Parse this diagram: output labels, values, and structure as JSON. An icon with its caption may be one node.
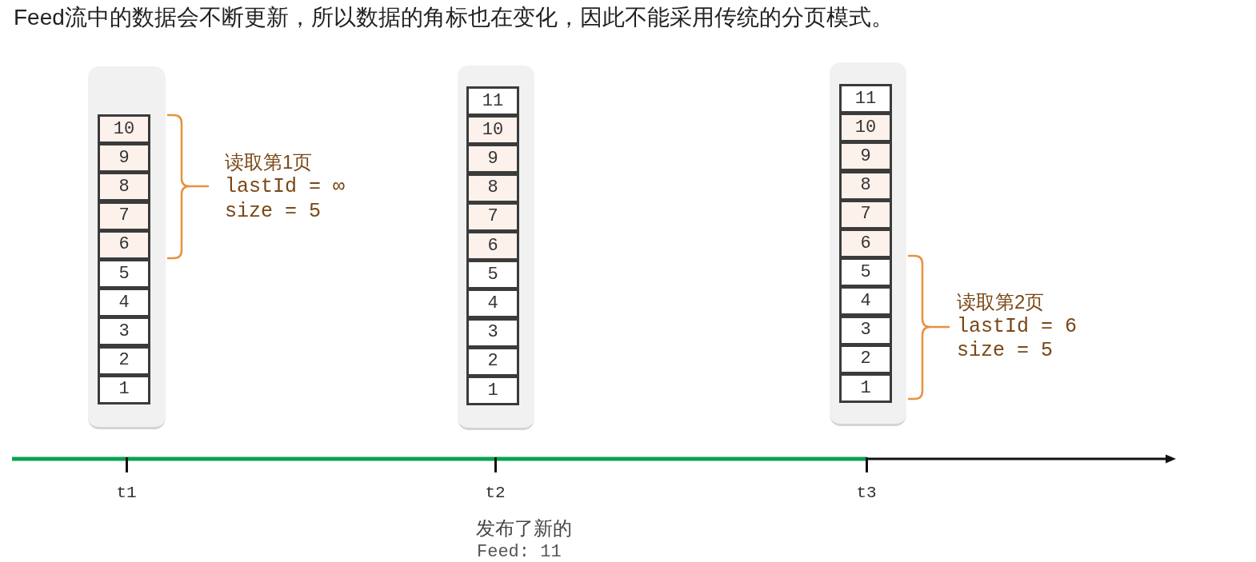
{
  "diagram": {
    "title": "Feed流中的数据会不断更新，所以数据的角标也在变化，因此不能采用传统的分页模式。",
    "nodes": [
      {
        "text": [],
        "shape": "box"
      },
      {
        "text": [
          "10"
        ],
        "in": 0
      },
      {
        "text": [
          "9"
        ],
        "in": 0
      },
      {
        "text": [
          "8"
        ],
        "in": 0
      },
      {
        "text": [
          "7"
        ],
        "in": 0
      },
      {
        "text": [
          "6"
        ],
        "in": 0
      },
      {
        "text": [
          "5"
        ],
        "in": 0
      },
      {
        "text": [
          "4"
        ],
        "in": 0
      },
      {
        "text": [
          "3"
        ],
        "in": 0
      },
      {
        "text": [
          "2"
        ],
        "in": 0
      },
      {
        "text": [
          "1"
        ],
        "in": 0
      },
      {
        "text": [],
        "shape": "box"
      },
      {
        "text": [
          "11"
        ],
        "in": 11
      },
      {
        "text": [
          "10"
        ],
        "in": 11
      },
      {
        "text": [
          "9"
        ],
        "in": 11
      },
      {
        "text": [
          "8"
        ],
        "in": 11
      },
      {
        "text": [
          "7"
        ],
        "in": 11
      },
      {
        "text": [
          "6"
        ],
        "in": 11
      },
      {
        "text": [
          "5"
        ],
        "in": 11
      },
      {
        "text": [
          "4"
        ],
        "in": 11
      },
      {
        "text": [
          "3"
        ],
        "in": 11
      },
      {
        "text": [
          "2"
        ],
        "in": 11
      },
      {
        "text": [
          "1"
        ],
        "in": 11
      },
      {
        "text": [],
        "shape": "box"
      },
      {
        "text": [
          "11"
        ],
        "in": 23
      },
      {
        "text": [
          "10"
        ],
        "in": 23
      },
      {
        "text": [
          "9"
        ],
        "in": 23
      },
      {
        "text": [
          "8"
        ],
        "in": 23
      },
      {
        "text": [
          "7"
        ],
        "in": 23
      },
      {
        "text": [
          "6"
        ],
        "in": 23
      },
      {
        "text": [
          "5"
        ],
        "in": 23
      },
      {
        "text": [
          "4"
        ],
        "in": 23
      },
      {
        "text": [
          "3"
        ],
        "in": 23
      },
      {
        "text": [
          "2"
        ],
        "in": 23
      },
      {
        "text": [
          "1"
        ],
        "in": 23
      }
    ],
    "labels": [
      "读取第1页",
      "lastId = ∞",
      "size = 5",
      "读取第2页",
      "lastId = 6",
      "size = 5",
      "t1",
      "t2",
      "t3",
      "发布了新的",
      "Feed: 11"
    ]
  }
}
